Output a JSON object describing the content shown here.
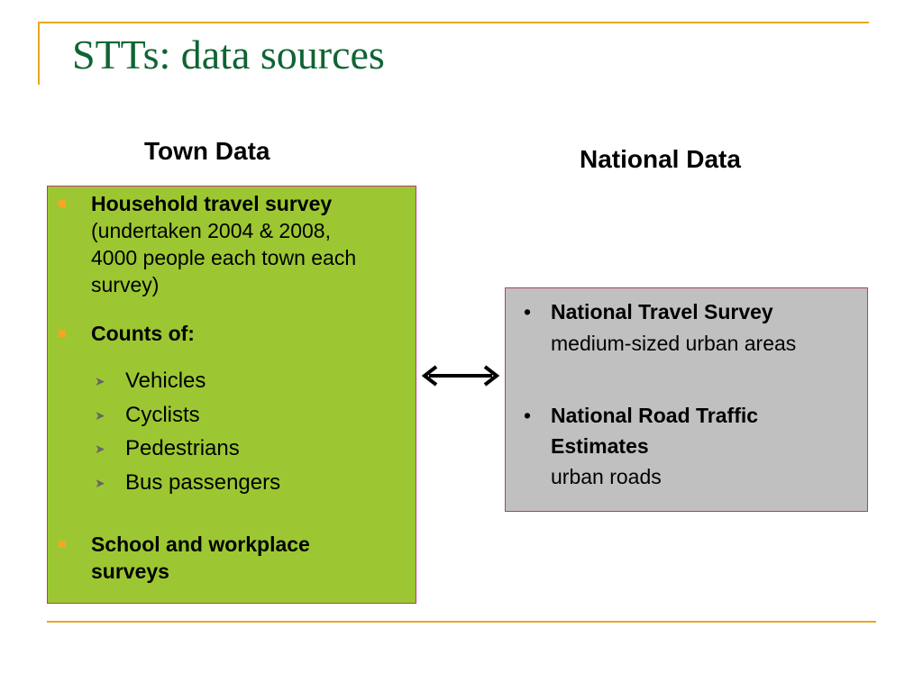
{
  "slide": {
    "title": "STTs: data sources",
    "town_heading": "Town Data",
    "national_heading": "National Data"
  },
  "town": {
    "item1_bold": "Household travel survey",
    "item1_lines": [
      "(undertaken 2004 & 2008,",
      "4000 people each town each",
      "survey)"
    ],
    "item2_bold": "Counts of:",
    "subitems": [
      "Vehicles",
      "Cyclists",
      "Pedestrians",
      "Bus passengers"
    ],
    "item3_lines": [
      "School and workplace",
      "surveys"
    ]
  },
  "national": {
    "bullet_glyph": "•",
    "item1_bold": "National Travel Survey",
    "item1_text": "medium-sized urban areas",
    "item2_bold_lines": [
      "National Road Traffic",
      "Estimates"
    ],
    "item2_text": "urban roads"
  },
  "colors": {
    "title": "#0f6434",
    "frame": "#e8a823",
    "town_box": "#9cc732",
    "national_box": "#c0c0c0",
    "box_border": "#b43b74",
    "square_bullet": "#f5a623"
  },
  "icons": {
    "connector": "double-headed-arrow-icon",
    "square_bullet": "square-bullet-icon",
    "sub_bullet": "chevron-right-icon"
  }
}
